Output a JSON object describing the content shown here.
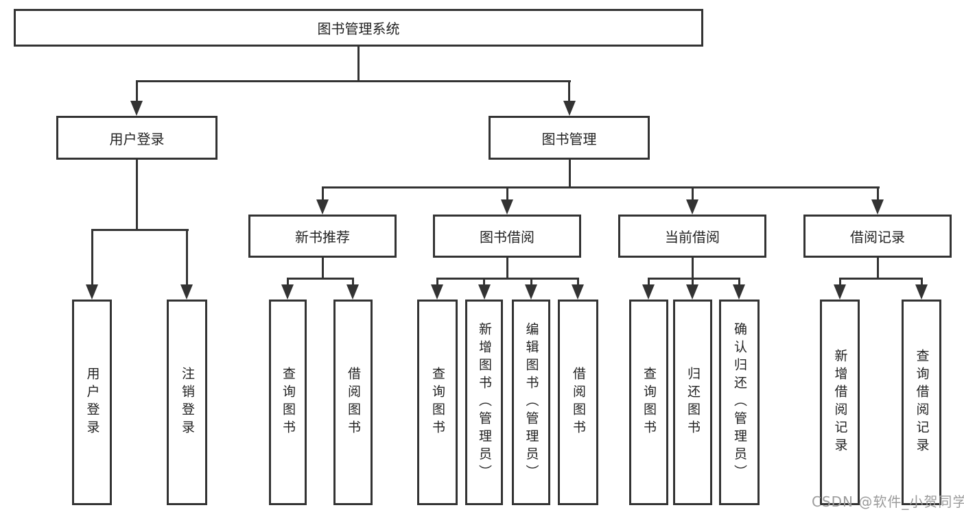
{
  "diagram": {
    "watermark": "CSDN @软件_小贺同学",
    "colors": {
      "line": "#333333",
      "text": "#222222",
      "background": "#ffffff",
      "watermark": "#9b9b9b"
    },
    "nodes": {
      "root": {
        "label": "图书管理系统"
      },
      "user_login": {
        "label": "用户登录"
      },
      "book_management": {
        "label": "图书管理"
      },
      "new_book_recommend": {
        "label": "新书推荐"
      },
      "book_borrow": {
        "label": "图书借阅"
      },
      "current_borrow": {
        "label": "当前借阅"
      },
      "borrow_records": {
        "label": "借阅记录"
      },
      "leaf_user_login": {
        "label": "用户登录"
      },
      "leaf_logout": {
        "label": "注销登录"
      },
      "leaf_query_book_1": {
        "label": "查询图书"
      },
      "leaf_borrow_book_1": {
        "label": "借阅图书"
      },
      "leaf_query_book_2": {
        "label": "查询图书"
      },
      "leaf_add_book": {
        "label": "新增图书（管理员）"
      },
      "leaf_edit_book": {
        "label": "编辑图书（管理员）"
      },
      "leaf_borrow_book_2": {
        "label": "借阅图书"
      },
      "leaf_query_book_3": {
        "label": "查询图书"
      },
      "leaf_return_book": {
        "label": "归还图书"
      },
      "leaf_confirm_return": {
        "label": "确认归还（管理员）"
      },
      "leaf_add_record": {
        "label": "新增借阅记录"
      },
      "leaf_query_record": {
        "label": "查询借阅记录"
      }
    }
  }
}
